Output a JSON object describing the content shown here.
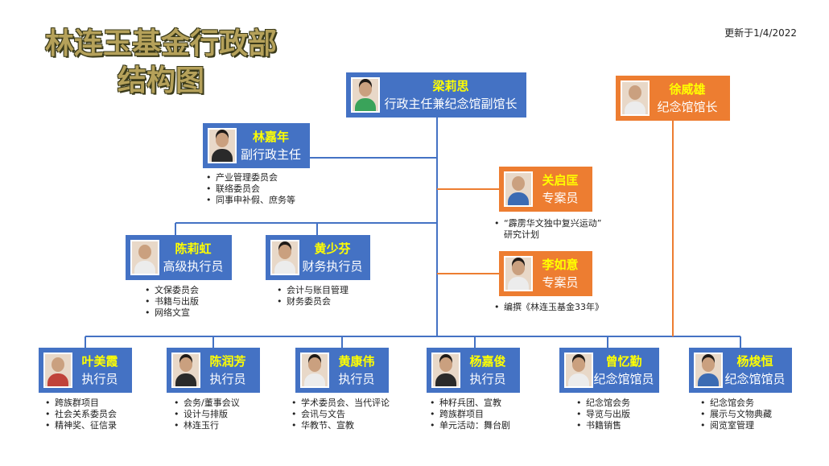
{
  "title_line1": "林连玉基金行政部",
  "title_line2": "结构图",
  "updated": "更新于1/4/2022",
  "colors": {
    "blue": "#4472c4",
    "orange": "#ed7d31",
    "name": "#ffff00",
    "title": "#b5a15a"
  },
  "people": {
    "liang": {
      "name": "梁莉思",
      "role": "行政主任兼纪念馆副馆长",
      "icon": "portrait-photo"
    },
    "xu": {
      "name": "徐威雄",
      "role": "纪念馆馆长",
      "icon": "portrait-photo"
    },
    "lin": {
      "name": "林嘉年",
      "role": "副行政主任",
      "icon": "portrait-photo",
      "notes": [
        "产业管理委员会",
        "联络委员会",
        "同事申补假、庶务等"
      ]
    },
    "guan": {
      "name": "关启匡",
      "role": "专案员",
      "icon": "portrait-photo",
      "notes": [
        "“霹雳华文独中复兴运动”",
        "研究计划"
      ]
    },
    "chen_lh": {
      "name": "陈莉虹",
      "role": "高级执行员",
      "icon": "portrait-photo",
      "notes": [
        "文保委员会",
        "书籍与出版",
        "网络文宣"
      ]
    },
    "huang_sf": {
      "name": "黄少芬",
      "role": "财务执行员",
      "icon": "portrait-photo",
      "notes": [
        "会计与账目管理",
        "财务委员会"
      ]
    },
    "li": {
      "name": "李如意",
      "role": "专案员",
      "icon": "portrait-photo",
      "notes": [
        "编撰《林连玉基金33年》"
      ]
    },
    "ye": {
      "name": "叶美霞",
      "role": "执行员",
      "icon": "portrait-photo",
      "notes": [
        "跨族群项目",
        "社会关系委员会",
        "精神奖、征信录"
      ]
    },
    "chen_rf": {
      "name": "陈润芳",
      "role": "执行员",
      "icon": "portrait-photo",
      "notes": [
        "会务/董事会议",
        "设计与排版",
        "林连玉行"
      ]
    },
    "huang_kw": {
      "name": "黄康伟",
      "role": "执行员",
      "icon": "portrait-photo",
      "notes": [
        "学术委员会、当代评论",
        "会讯与文告",
        "华教节、宣教"
      ]
    },
    "yang_jj": {
      "name": "杨嘉俊",
      "role": "执行员",
      "icon": "portrait-photo",
      "notes": [
        "种籽兵团、宣教",
        "跨族群项目",
        "单元活动：舞台剧"
      ]
    },
    "zeng": {
      "name": "曾忆勤",
      "role": "纪念馆馆员",
      "icon": "portrait-photo",
      "notes": [
        "纪念馆会务",
        "导览与出版",
        "书籍销售"
      ]
    },
    "yang_jh": {
      "name": "杨焌恒",
      "role": "纪念馆馆员",
      "icon": "portrait-photo",
      "notes": [
        "纪念馆会务",
        "展示与文物典藏",
        "阅览室管理"
      ]
    }
  }
}
